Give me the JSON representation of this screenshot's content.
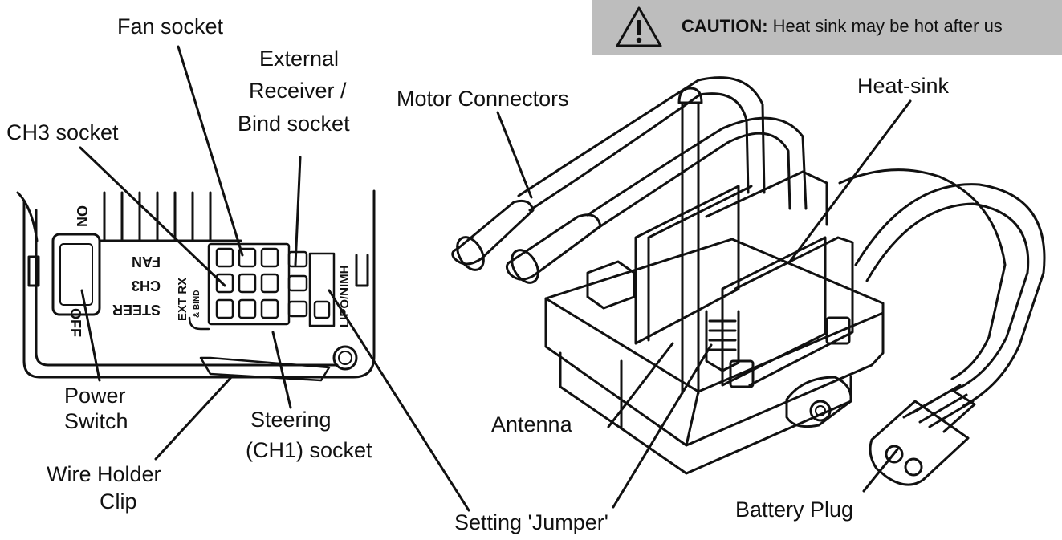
{
  "caution": {
    "icon": "warning-triangle-icon",
    "label": "CAUTION:",
    "text": "Heat sink may be hot after us"
  },
  "labels": {
    "fan_socket": "Fan socket",
    "external_receiver_1": "External",
    "external_receiver_2": "Receiver /",
    "external_receiver_3": "Bind socket",
    "ch3_socket": "CH3 socket",
    "motor_connectors": "Motor Connectors",
    "heat_sink": "Heat-sink",
    "power_switch_1": "Power",
    "power_switch_2": "Switch",
    "steering_1": "Steering",
    "steering_2": "(CH1) socket",
    "wire_holder_1": "Wire Holder",
    "wire_holder_2": "Clip",
    "antenna": "Antenna",
    "setting_jumper": "Setting 'Jumper'",
    "battery_plug": "Battery Plug"
  },
  "board_text": {
    "on": "ON",
    "off": "OFF",
    "fan": "FAN",
    "ch3": "CH3",
    "steer": "STEER",
    "ext_rx": "EXT RX",
    "bind": "& BIND",
    "lipo_nimh": "LIPO/NIMH"
  }
}
